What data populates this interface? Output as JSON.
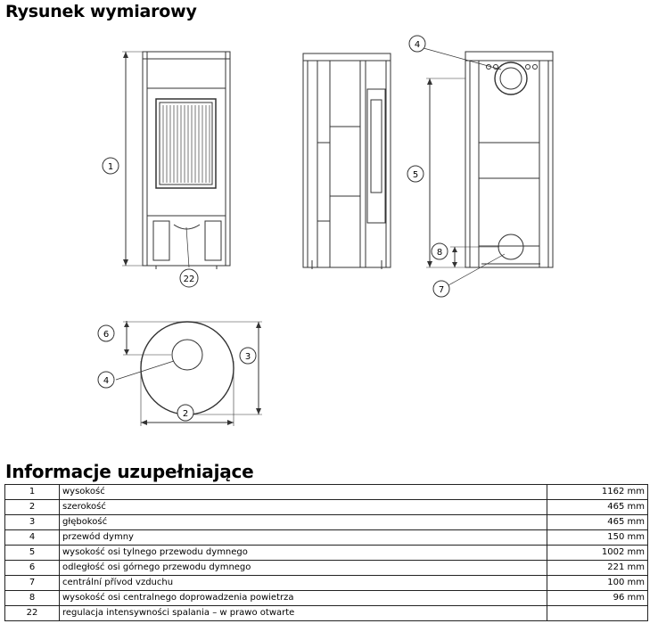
{
  "headings": {
    "dimension_drawing": "Rysunek wymiarowy",
    "additional_info": "Informacje uzupełniające"
  },
  "callouts": {
    "c1": "1",
    "c22": "22",
    "c4a": "4",
    "c5": "5",
    "c8": "8",
    "c7": "7",
    "c6": "6",
    "c3": "3",
    "c4b": "4",
    "c2": "2"
  },
  "rows": [
    {
      "num": "1",
      "label": "wysokość",
      "value": "1162 mm"
    },
    {
      "num": "2",
      "label": "szerokość",
      "value": "465 mm"
    },
    {
      "num": "3",
      "label": "głębokość",
      "value": "465 mm"
    },
    {
      "num": "4",
      "label": "przewód dymny",
      "value": "150 mm"
    },
    {
      "num": "5",
      "label": "wysokość osi tylnego przewodu dymnego",
      "value": "1002 mm"
    },
    {
      "num": "6",
      "label": "odległość osi górnego przewodu dymnego",
      "value": "221 mm"
    },
    {
      "num": "7",
      "label": "centrální přívod vzduchu",
      "value": "100 mm"
    },
    {
      "num": "8",
      "label": "wysokość osi centralnego doprowadzenia powietrza",
      "value": "96 mm"
    },
    {
      "num": "22",
      "label": "regulacja intensywności spalania – w prawo otwarte",
      "value": ""
    }
  ]
}
